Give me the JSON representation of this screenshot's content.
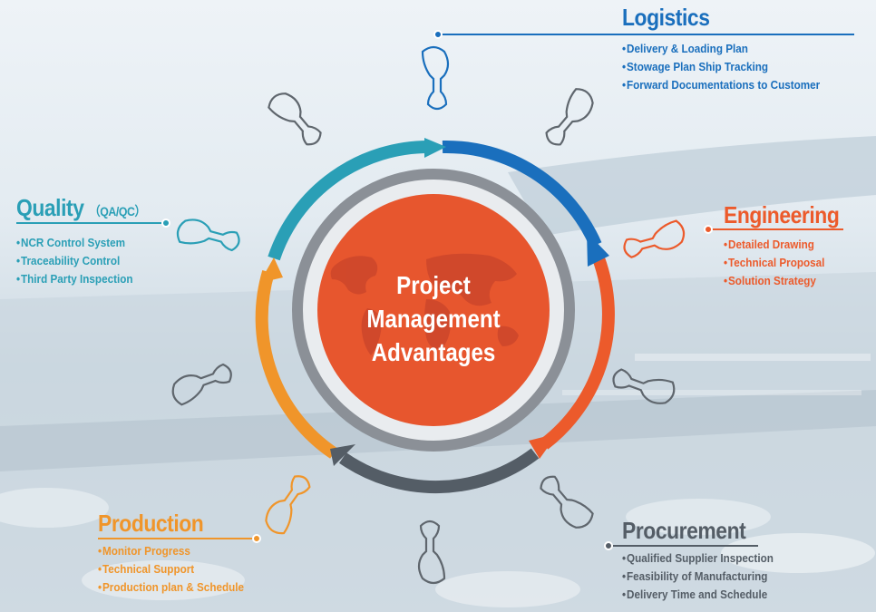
{
  "center": {
    "lines": [
      "Project",
      "Management",
      "Advantages"
    ]
  },
  "colors": {
    "logistics": "#1a6fbd",
    "engineering": "#ec5a2b",
    "procurement": "#545d66",
    "production": "#f0952a",
    "quality": "#2a9fb6",
    "core": "#e7562e",
    "core_ring": "#8b9097"
  },
  "icons": {
    "spoke_shape": "gear-lever-icon",
    "map": "world-map-icon"
  },
  "sections": {
    "logistics": {
      "title": "Logistics",
      "items": [
        "Delivery & Loading Plan",
        "Stowage Plan Ship Tracking",
        "Forward Documentations to Customer"
      ]
    },
    "engineering": {
      "title": "Engineering",
      "items": [
        "Detailed Drawing",
        "Technical Proposal",
        "Solution Strategy"
      ]
    },
    "procurement": {
      "title": "Procurement",
      "items": [
        "Qualified Supplier Inspection",
        "Feasibility of Manufacturing",
        "Delivery Time and Schedule"
      ]
    },
    "production": {
      "title": "Production",
      "items": [
        "Monitor Progress",
        "Technical Support",
        "Production plan & Schedule"
      ]
    },
    "quality": {
      "title": "Quality",
      "subtitle": "（QA/QC）",
      "items": [
        "NCR Control System",
        "Traceability  Control",
        "Third Party Inspection"
      ]
    }
  }
}
